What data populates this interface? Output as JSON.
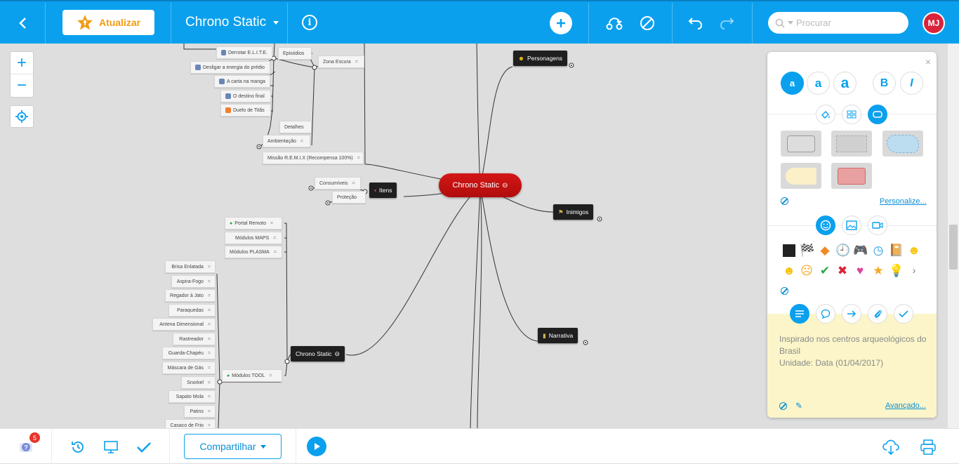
{
  "toolbar": {
    "update_label": "Atualizar",
    "map_title": "Chrono Static",
    "search_placeholder": "Procurar",
    "avatar_initials": "MJ",
    "accent_color": "#0aa0ee"
  },
  "map": {
    "central": "Chrono Static",
    "branches": {
      "personagens": "Personagens",
      "inimigos": "Inimigos",
      "narrativa": "Narrativa",
      "itens": "Itens",
      "chrono_sub": "Chrono Static"
    },
    "episodes": [
      "Derrotar E.L.I.T.E.",
      "Desligar a energia do prédio",
      "A carta na manga",
      "O destino final",
      "Duelo de Titãs"
    ],
    "top_nodes": {
      "episodios": "Episódios",
      "zona_escura": "Zona Escura",
      "detalhes": "Detalhes",
      "ambientacao": "Ambientação",
      "missao": "Missão R.E.M.I.X (Recompensa 100%)"
    },
    "itens_children": [
      "Consumíveis",
      "Proteção"
    ],
    "modules": {
      "portal": "Portal Remoto",
      "maps": "Módulos MAPS",
      "plasma": "Módulos PLASMA",
      "tool": "Módulos TOOL"
    },
    "tools": [
      "Brisa Enlatada",
      "Aspira-Fogo",
      "Regador à Jato",
      "Paraquedas",
      "Antena Dimensional",
      "Rastreador",
      "Guarda-Chapéu",
      "Máscara de Gás",
      "Snorkel",
      "Sapato Mola",
      "Patins",
      "Casaco de Frio"
    ]
  },
  "panel": {
    "font_sizes": [
      "a",
      "a",
      "a"
    ],
    "bold": "B",
    "italic": "I",
    "customize_link": "Personalize...",
    "note_text": "Inspirado nos centros arqueológicos do Brasil\nUnidade: Data (01/04/2017)",
    "advanced_link": "Avançado...",
    "note_color": "#fbf5c9"
  },
  "bottom": {
    "badge_count": "5",
    "share_label": "Compartilhar"
  }
}
